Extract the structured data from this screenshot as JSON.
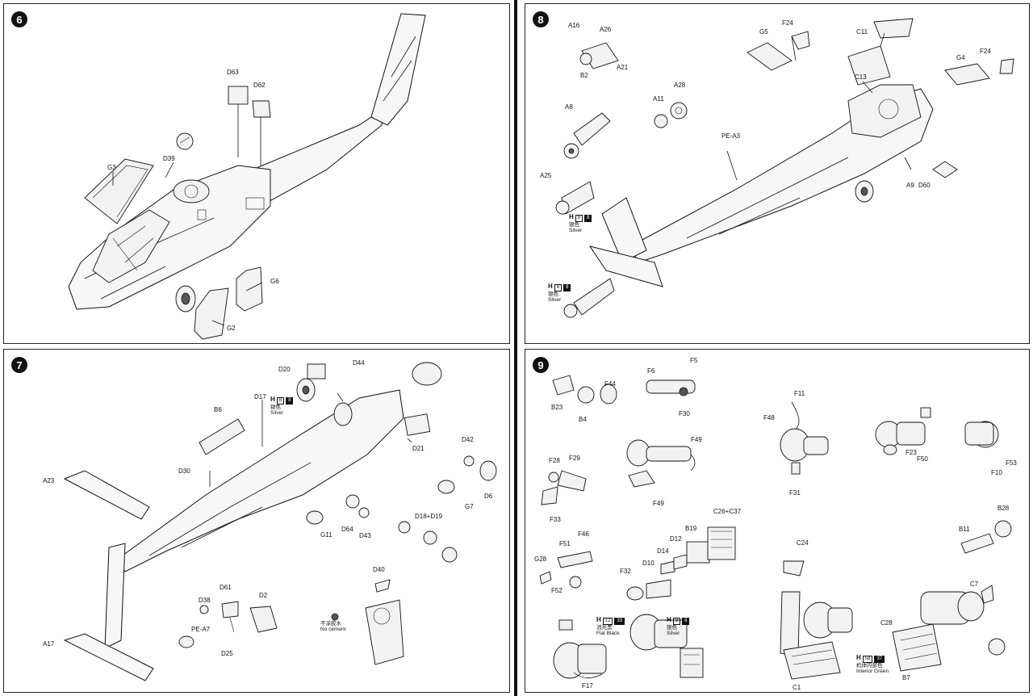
{
  "steps": {
    "s6": {
      "number": "6",
      "labels": [
        "D63",
        "D62",
        "D39",
        "G3",
        "G6",
        "G2"
      ]
    },
    "s8": {
      "number": "8",
      "labels": [
        "A16",
        "A26",
        "B2",
        "A21",
        "A8",
        "A11",
        "A28",
        "A25",
        "PE-A3",
        "G5",
        "F24",
        "C11",
        "G4",
        "F24",
        "C13",
        "A9",
        "D60"
      ],
      "paints": [
        {
          "code": "H",
          "nums": [
            "8",
            "8"
          ],
          "zh": "银色",
          "en": "Silver"
        },
        {
          "code": "H",
          "nums": [
            "8",
            "8"
          ],
          "zh": "银色",
          "en": "Silver"
        }
      ]
    },
    "s7": {
      "number": "7",
      "labels": [
        "D20",
        "D44",
        "D17",
        "B6",
        "D21",
        "D30",
        "A23",
        "D42",
        "G7",
        "D6",
        "D18+D19",
        "G11",
        "D64",
        "D43",
        "D40",
        "D61",
        "D38",
        "D2",
        "PE-A7",
        "D25",
        "A17"
      ],
      "paints": [
        {
          "code": "H",
          "nums": [
            "8",
            "8"
          ],
          "zh": "银色",
          "en": "Silver"
        }
      ],
      "no_cement_zh": "不涂胶水",
      "no_cement_en": "No cement"
    },
    "s9": {
      "number": "9",
      "labels": [
        "B23",
        "F44",
        "B4",
        "F6",
        "F5",
        "F30",
        "F11",
        "F48",
        "F31",
        "F23",
        "F50",
        "F10",
        "F53",
        "F28",
        "F29",
        "F33",
        "F49",
        "F49",
        "F51",
        "F46",
        "G28",
        "F52",
        "C26+C37",
        "B19",
        "D12",
        "D14",
        "D10",
        "F32",
        "B28",
        "B11",
        "C24",
        "C7",
        "C28",
        "C1",
        "B7",
        "F17"
      ],
      "paints": [
        {
          "code": "H",
          "nums": [
            "12",
            "33"
          ],
          "zh": "消光黑",
          "en": "Flat Black"
        },
        {
          "code": "H",
          "nums": [
            "8",
            "8"
          ],
          "zh": "银色",
          "en": "Silver"
        },
        {
          "code": "H",
          "nums": [
            "58",
            "37"
          ],
          "zh": "机体内部色",
          "en": "Interior Green"
        }
      ]
    }
  }
}
